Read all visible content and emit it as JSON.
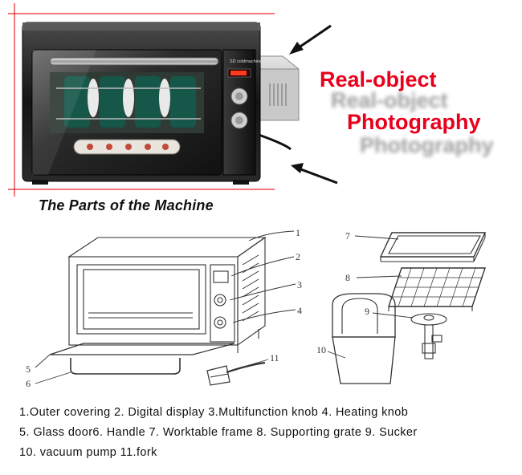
{
  "photo": {
    "overlay_primary": {
      "line1": "Real-object",
      "line2": "Photography",
      "color": "#e8001c"
    },
    "overlay_shadow": {
      "line1": "Real-object",
      "line2": "Photography"
    },
    "device_brand": "SD coldmachine",
    "guide_line_color": "#e6252a"
  },
  "heading": "The Parts of the Machine",
  "callouts": [
    "1",
    "2",
    "3",
    "4",
    "5",
    "6",
    "7",
    "8",
    "9",
    "10",
    "11"
  ],
  "captions": {
    "line1": "1.Outer covering 2. Digital display 3.Multifunction knob 4. Heating knob",
    "line2": "5. Glass door6. Handle 7. Worktable frame 8.  Supporting grate 9.  Sucker",
    "line3": "10. vacuum pump 11.fork"
  }
}
